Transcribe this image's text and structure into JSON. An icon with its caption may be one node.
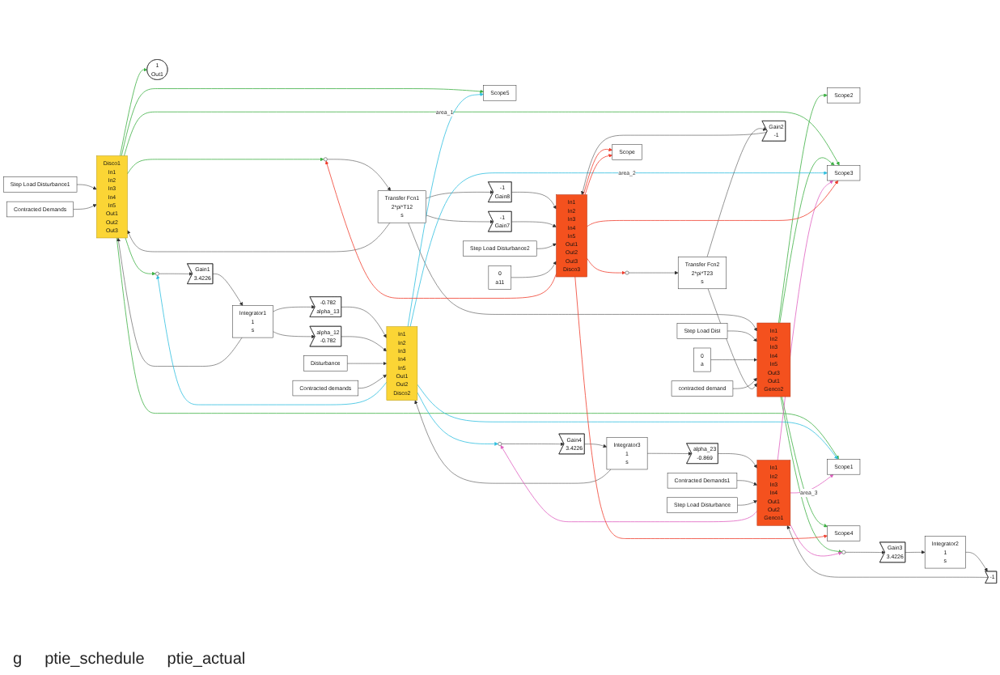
{
  "diagram": {
    "nodes": [
      {
        "text": [
          "Step Load Disturbance1"
        ]
      },
      {
        "text": [
          "Contracted Demands"
        ]
      },
      {
        "text": [
          "Disco1",
          "In1",
          "In2",
          "In3",
          "In4",
          "In5",
          "Out1",
          "Out2",
          "Out3"
        ]
      },
      {
        "text": [
          "1",
          "Out1"
        ]
      },
      {
        "text": [
          "Transfer Fcn1",
          "2*pi*T12",
          "s"
        ]
      },
      {
        "text": [],
        "shape": "circle"
      },
      {
        "text": [
          "Integrator1",
          "1",
          "s"
        ]
      },
      {
        "text": [
          "Gain1",
          "3.4226"
        ]
      },
      {
        "text": [],
        "shape": "circle"
      },
      {
        "text": [
          "-0.782",
          "alpha_13"
        ]
      },
      {
        "text": [
          "alpha_12",
          "-0.782"
        ]
      },
      {
        "text": [
          "In1",
          "In2",
          "In3",
          "In4",
          "In5",
          "Out3",
          "Out1",
          "Genco2"
        ]
      },
      {
        "text": [
          "Step Load Dist"
        ]
      },
      {
        "text": [
          "0",
          "a"
        ]
      },
      {
        "text": [
          "contracted demand"
        ]
      },
      {
        "text": [
          "Scope2"
        ]
      },
      {
        "text": [
          "Scope3"
        ]
      },
      {
        "text": [
          "Scope5"
        ]
      },
      {
        "text": [
          "In1",
          "In2",
          "In3",
          "In4",
          "In5",
          "Out1",
          "Out2",
          "Disco2"
        ]
      },
      {
        "text": [
          "Disturbance"
        ]
      },
      {
        "text": [
          "Contracted demands"
        ]
      },
      {
        "text": [
          "Scope1"
        ]
      },
      {
        "text": [
          "Integrator3",
          "1",
          "s"
        ]
      },
      {
        "text": [
          "Gain4",
          "3.4226"
        ]
      },
      {
        "text": [],
        "shape": "circle"
      },
      {
        "text": [
          "Transfer Fcn2",
          "2*pi*T23",
          "s"
        ]
      },
      {
        "text": [],
        "shape": "circle"
      },
      {
        "text": [
          "Scope4"
        ]
      },
      {
        "text": [
          "-1",
          "Gain8"
        ]
      },
      {
        "text": [
          "-1",
          "Gain7"
        ]
      },
      {
        "text": [
          "Gain2",
          "-1"
        ]
      },
      {
        "text": [
          "alpha_23",
          "-0.869"
        ]
      },
      {
        "text": [
          "In1",
          "In2",
          "In3",
          "In4",
          "Out1",
          "Out2",
          "Genco1"
        ]
      },
      {
        "text": [
          "Contracted Demands1"
        ]
      },
      {
        "text": [
          "Step Load Disturbance"
        ]
      },
      {
        "text": [
          "In1",
          "In2",
          "In3",
          "In4",
          "In5",
          "Out1",
          "Out2",
          "Out3",
          "Disco3"
        ]
      },
      {
        "text": [
          "Step Load Disturbance2"
        ]
      },
      {
        "text": [
          "0",
          "a11"
        ]
      },
      {
        "text": [
          "Scope"
        ]
      },
      {
        "text": [
          "-1"
        ]
      },
      {
        "text": [
          "Integrator2",
          "1",
          "s"
        ]
      },
      {
        "text": [
          "Gain3",
          "3.4226"
        ]
      },
      {
        "text": [],
        "shape": "circle"
      }
    ],
    "edges": [
      {
        "from": 0,
        "to": 2,
        "arrow": "to"
      },
      {
        "from": 1,
        "to": 2,
        "arrow": "to"
      },
      {
        "from": 2,
        "to": 3,
        "arrow": "to",
        "color": "#3cb043"
      },
      {
        "from": 2,
        "to": 8,
        "arrow": "to",
        "color": "#3cb043"
      },
      {
        "from": 2,
        "to": 17,
        "arrow": "to",
        "color": "#3cb043"
      },
      {
        "from": 2,
        "to": 16,
        "arrow": "to",
        "color": "#3cb043",
        "label": "area_1"
      },
      {
        "from": 2,
        "to": 5,
        "arrow": "to",
        "color": "#3cb043"
      },
      {
        "from": 2,
        "to": 21,
        "arrow": "to",
        "color": "#3cb043"
      },
      {
        "from": 4,
        "to": 2,
        "arrow": "to"
      },
      {
        "from": 4,
        "to": 11,
        "arrow": "to"
      },
      {
        "from": 4,
        "to": 28,
        "arrow": "to"
      },
      {
        "from": 4,
        "to": 29,
        "arrow": "to"
      },
      {
        "from": 5,
        "to": 4,
        "arrow": "to"
      },
      {
        "from": 6,
        "to": 2,
        "arrow": "to"
      },
      {
        "from": 6,
        "to": 9,
        "arrow": "to"
      },
      {
        "from": 6,
        "to": 10,
        "arrow": "to"
      },
      {
        "from": 7,
        "to": 6,
        "arrow": "to"
      },
      {
        "from": 8,
        "to": 7,
        "arrow": "to"
      },
      {
        "from": 9,
        "to": 18,
        "arrow": "to"
      },
      {
        "from": 10,
        "to": 18,
        "arrow": "to"
      },
      {
        "from": 11,
        "to": 15,
        "arrow": "to",
        "color": "#3cb043"
      },
      {
        "from": 11,
        "to": 16,
        "arrow": "to",
        "color": "#3cb043"
      },
      {
        "from": 11,
        "to": 27,
        "arrow": "to",
        "color": "#3cb043"
      },
      {
        "from": 11,
        "to": 42,
        "arrow": "to",
        "color": "#3cb043"
      },
      {
        "from": 12,
        "to": 11,
        "arrow": "to"
      },
      {
        "from": 13,
        "to": 11,
        "arrow": "to"
      },
      {
        "from": 14,
        "to": 11,
        "arrow": "to"
      },
      {
        "from": 18,
        "to": 8,
        "arrow": "to",
        "color": "#2fbfdf"
      },
      {
        "from": 18,
        "to": 17,
        "arrow": "to",
        "color": "#2fbfdf"
      },
      {
        "from": 18,
        "to": 16,
        "arrow": "to",
        "color": "#2fbfdf",
        "label": "area_2"
      },
      {
        "from": 18,
        "to": 24,
        "arrow": "to",
        "color": "#2fbfdf"
      },
      {
        "from": 18,
        "to": 21,
        "arrow": "to",
        "color": "#2fbfdf"
      },
      {
        "from": 19,
        "to": 18,
        "arrow": "to"
      },
      {
        "from": 20,
        "to": 18,
        "arrow": "to"
      },
      {
        "from": 22,
        "to": 18,
        "arrow": "to"
      },
      {
        "from": 22,
        "to": 31,
        "arrow": "to"
      },
      {
        "from": 23,
        "to": 22,
        "arrow": "to"
      },
      {
        "from": 24,
        "to": 23,
        "arrow": "to"
      },
      {
        "from": 25,
        "to": 30,
        "arrow": "to"
      },
      {
        "from": 25,
        "to": 11,
        "arrow": "to"
      },
      {
        "from": 26,
        "to": 25,
        "arrow": "to"
      },
      {
        "from": 28,
        "to": 35,
        "arrow": "to"
      },
      {
        "from": 29,
        "to": 35,
        "arrow": "to"
      },
      {
        "from": 30,
        "to": 35,
        "arrow": "to"
      },
      {
        "from": 31,
        "to": 32,
        "arrow": "to"
      },
      {
        "from": 32,
        "to": 21,
        "arrow": "to",
        "color": "#e060c0",
        "label": "area_3"
      },
      {
        "from": 32,
        "to": 24,
        "arrow": "to",
        "color": "#e060c0"
      },
      {
        "from": 32,
        "to": 42,
        "arrow": "to",
        "color": "#e060c0"
      },
      {
        "from": 32,
        "to": 16,
        "arrow": "to",
        "color": "#e060c0"
      },
      {
        "from": 33,
        "to": 32,
        "arrow": "to"
      },
      {
        "from": 34,
        "to": 32,
        "arrow": "to"
      },
      {
        "from": 35,
        "to": 26,
        "arrow": "to",
        "color": "#f03c2c"
      },
      {
        "from": 35,
        "to": 27,
        "arrow": "to",
        "color": "#f03c2c"
      },
      {
        "from": 35,
        "to": 16,
        "arrow": "to",
        "color": "#f03c2c"
      },
      {
        "from": 35,
        "to": 5,
        "arrow": "to",
        "color": "#f03c2c"
      },
      {
        "from": 35,
        "to": 38,
        "arrow": "to",
        "color": "#f03c2c"
      },
      {
        "from": 35,
        "to": 38,
        "arrow": "to",
        "color": "#f03c2c"
      },
      {
        "from": 36,
        "to": 35,
        "arrow": "to"
      },
      {
        "from": 37,
        "to": 35,
        "arrow": "to"
      },
      {
        "from": 39,
        "to": 32,
        "arrow": "to"
      },
      {
        "from": 40,
        "to": 39,
        "arrow": "to"
      },
      {
        "from": 41,
        "to": 40,
        "arrow": "to"
      },
      {
        "from": 42,
        "to": 41,
        "arrow": "to"
      }
    ],
    "labels": [
      "g",
      "ptie_schedule",
      "ptie_actual"
    ]
  }
}
